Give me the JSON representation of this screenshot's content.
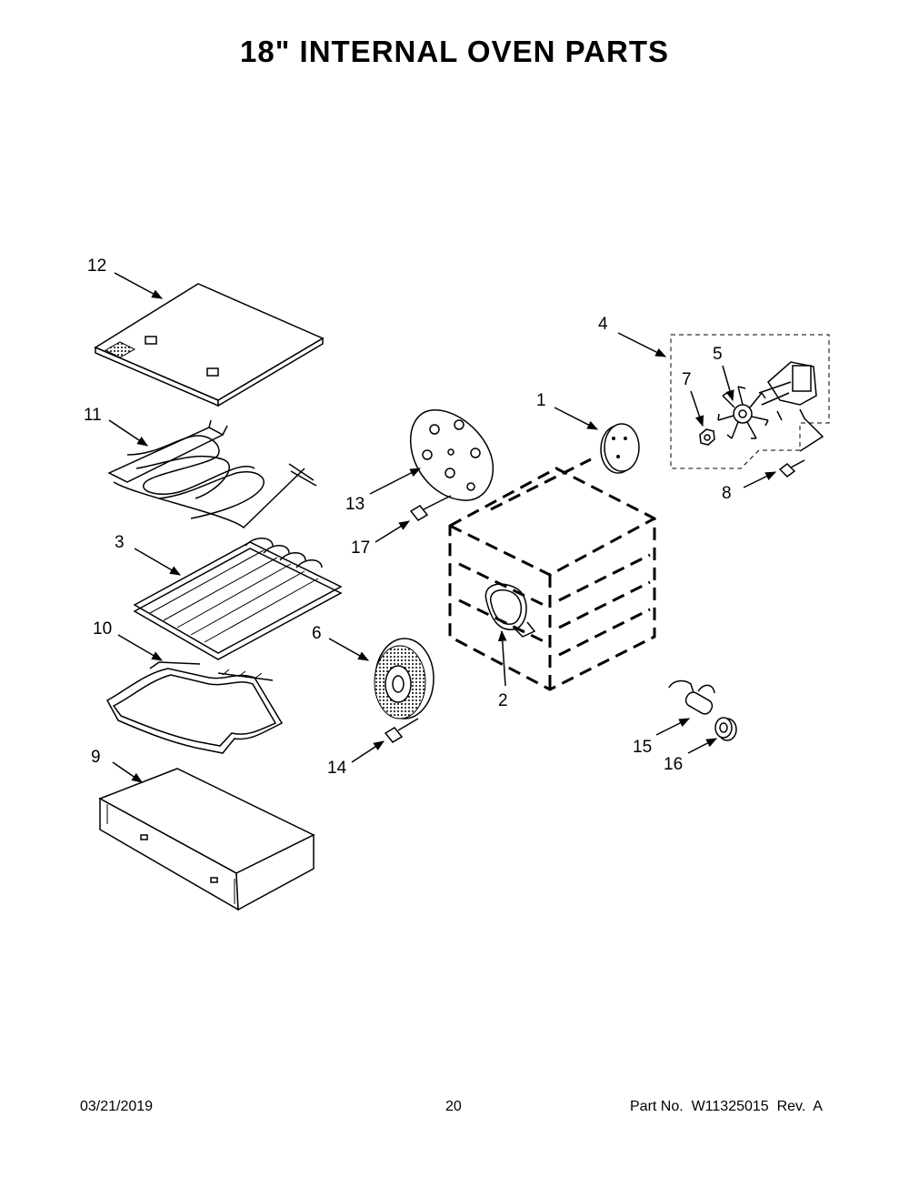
{
  "title": "18\" INTERNAL OVEN PARTS",
  "footer": {
    "date": "03/21/2019",
    "page": "20",
    "part": "Part No.  W11325015  Rev.  A"
  },
  "callouts": {
    "c1": "1",
    "c2": "2",
    "c3": "3",
    "c4": "4",
    "c5": "5",
    "c6": "6",
    "c7": "7",
    "c8": "8",
    "c9": "9",
    "c10": "10",
    "c11": "11",
    "c12": "12",
    "c13": "13",
    "c14": "14",
    "c15": "15",
    "c16": "16",
    "c17": "17"
  }
}
